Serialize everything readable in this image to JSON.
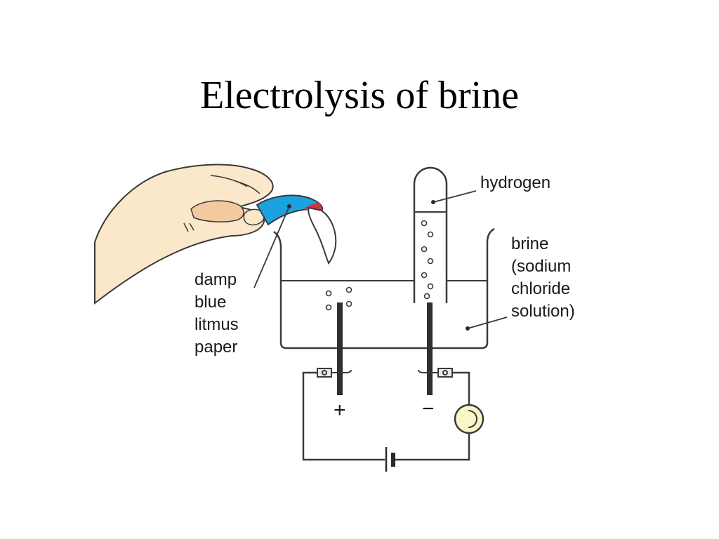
{
  "slide": {
    "title": "Electrolysis of brine"
  },
  "diagram": {
    "labels": {
      "hydrogen": "hydrogen",
      "brine": [
        "brine",
        "(sodium",
        "chloride",
        "solution)"
      ],
      "litmus": [
        "damp",
        "blue",
        "litmus",
        "paper"
      ]
    },
    "signs": {
      "anode": "+",
      "cathode": "−"
    },
    "colors": {
      "outline": "#3a3a3a",
      "electrode": "#2f2f2f",
      "litmus_paper": "#1aa3e0",
      "litmus_red": "#d6323a",
      "skin": "#fbe7c9",
      "skin_shadow": "#f3c9a0",
      "bulb": "#fbf6c8"
    }
  }
}
